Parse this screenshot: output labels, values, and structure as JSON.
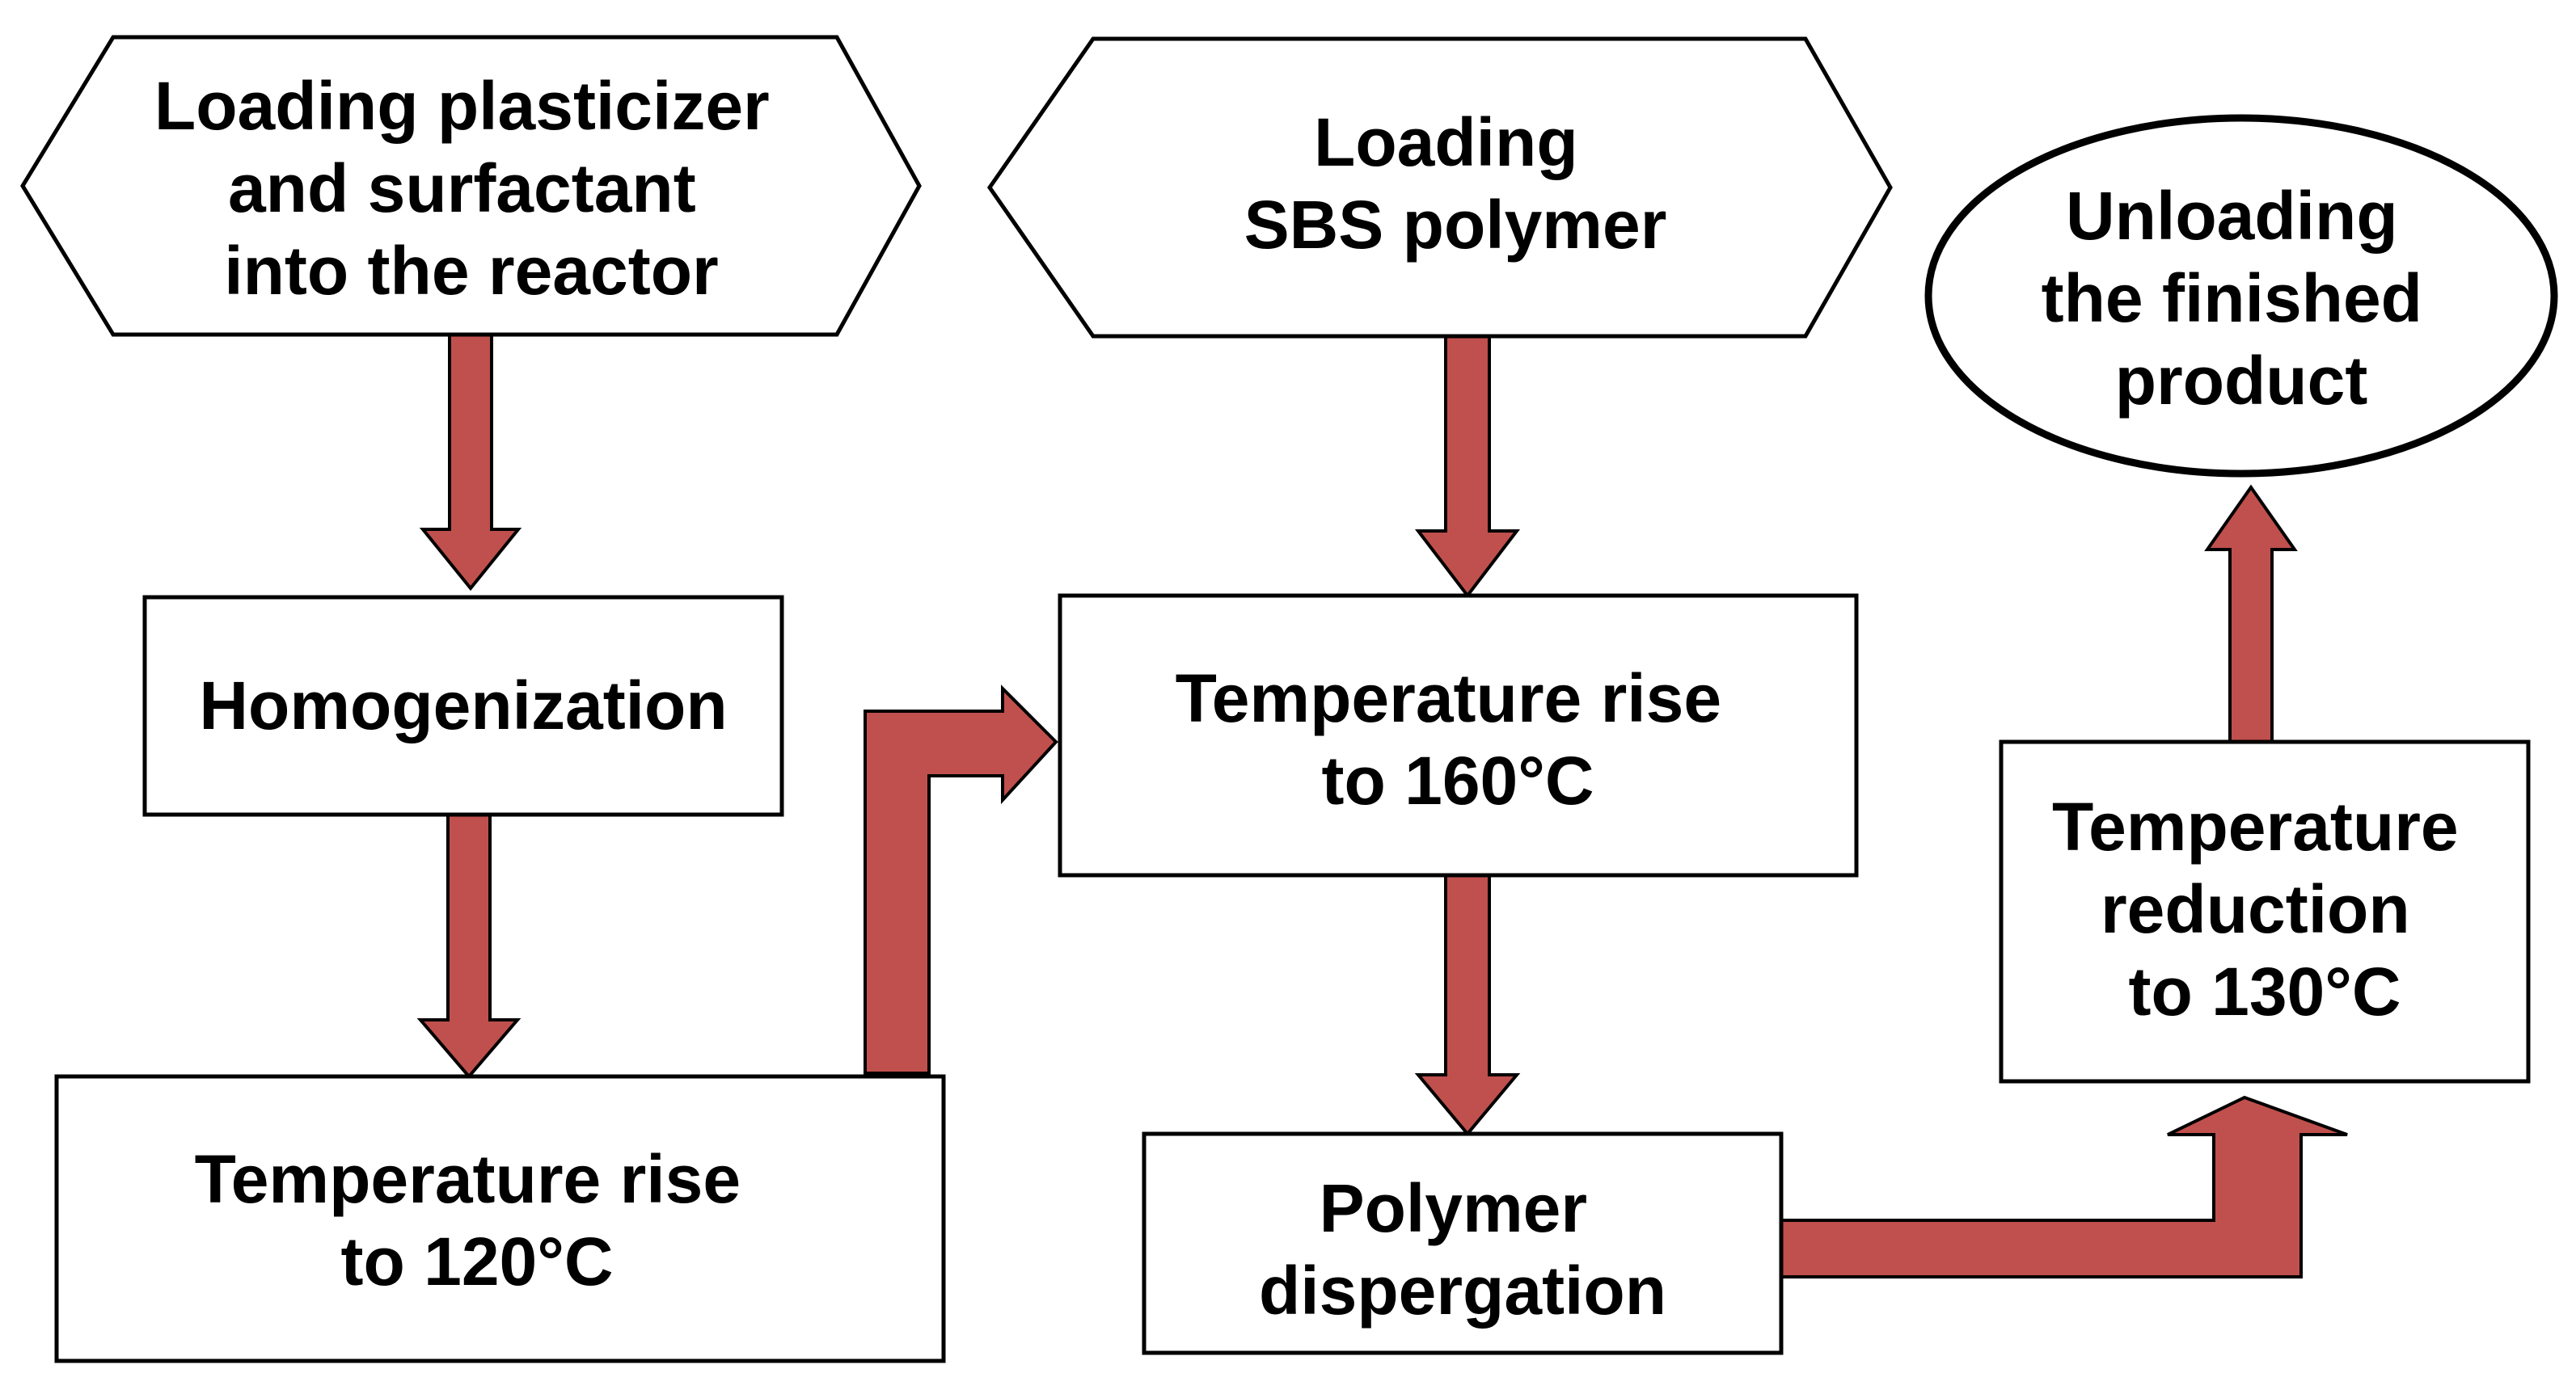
{
  "nodes": {
    "load_plasticizer": {
      "shape": "hexagon",
      "lines": [
        "Loading plasticizer",
        "and surfactant",
        "into the reactor"
      ]
    },
    "homogenization": {
      "shape": "rectangle",
      "lines": [
        "Homogenization"
      ]
    },
    "temp_rise_120": {
      "shape": "rectangle",
      "lines": [
        "Temperature rise",
        "to 120°C"
      ]
    },
    "load_sbs": {
      "shape": "hexagon",
      "lines": [
        "Loading",
        "SBS polymer"
      ]
    },
    "temp_rise_160": {
      "shape": "rectangle",
      "lines": [
        "Temperature rise",
        "to 160°C"
      ]
    },
    "polymer_dispergation": {
      "shape": "rectangle",
      "lines": [
        "Polymer",
        "dispergation"
      ]
    },
    "temp_reduction_130": {
      "shape": "rectangle",
      "lines": [
        "Temperature",
        "reduction",
        "to 130°C"
      ]
    },
    "unloading": {
      "shape": "ellipse",
      "lines": [
        "Unloading",
        "the finished",
        "product"
      ]
    }
  },
  "edges": [
    {
      "from": "load_plasticizer",
      "to": "homogenization"
    },
    {
      "from": "homogenization",
      "to": "temp_rise_120"
    },
    {
      "from": "temp_rise_120",
      "to": "temp_rise_160"
    },
    {
      "from": "load_sbs",
      "to": "temp_rise_160"
    },
    {
      "from": "temp_rise_160",
      "to": "polymer_dispergation"
    },
    {
      "from": "polymer_dispergation",
      "to": "temp_reduction_130"
    },
    {
      "from": "temp_reduction_130",
      "to": "unloading"
    }
  ],
  "colors": {
    "arrow_fill": "#c0504d",
    "outline": "#000000",
    "box_fill": "#ffffff"
  }
}
